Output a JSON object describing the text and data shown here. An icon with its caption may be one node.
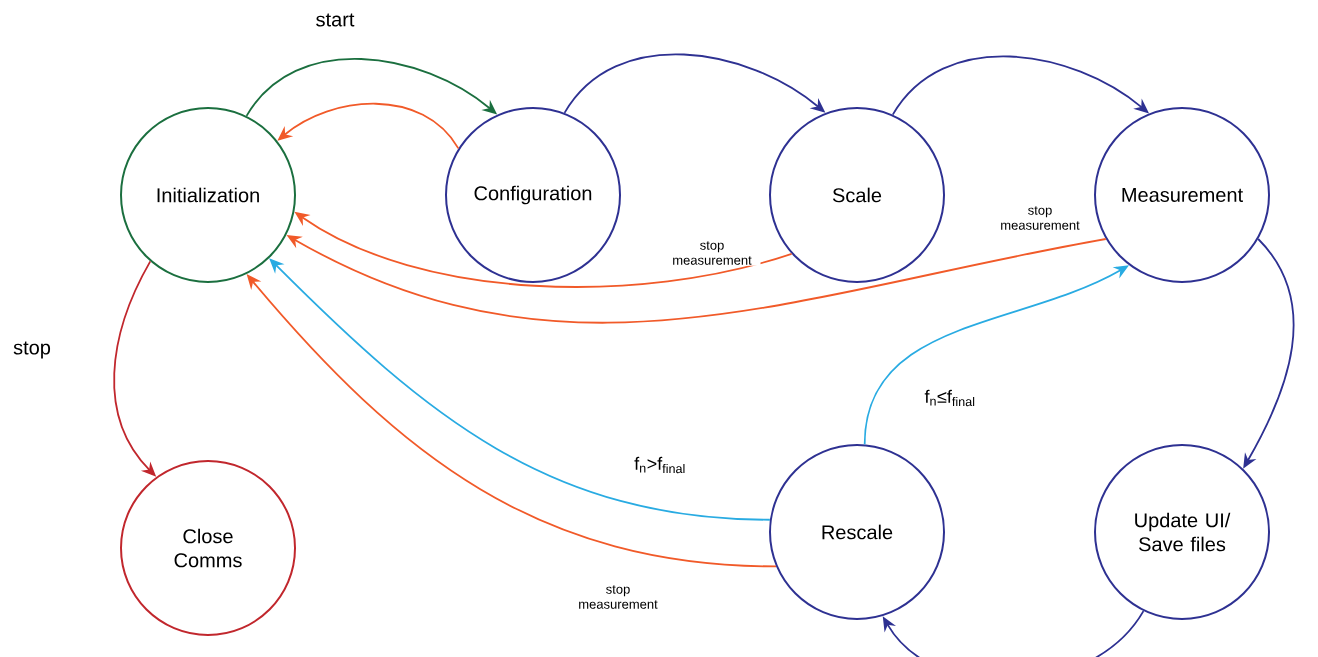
{
  "diagram": {
    "nodes": [
      {
        "text": [
          "Initialization"
        ]
      },
      {
        "text": [
          "Configuration"
        ]
      },
      {
        "text": [
          "Scale"
        ]
      },
      {
        "text": [
          "Measurement"
        ]
      },
      {
        "text": [
          "Close Comms"
        ]
      },
      {
        "text": [
          "Rescale"
        ]
      },
      {
        "text": [
          "Update UI/ Save files"
        ]
      }
    ],
    "edges": [
      {
        "from": 0,
        "to": 1,
        "arrow": "to",
        "label": "start",
        "color": "#1b6f3f"
      },
      {
        "from": 1,
        "to": 0,
        "arrow": "to",
        "color": "#f15a29"
      },
      {
        "from": 1,
        "to": 2,
        "arrow": "to",
        "color": "#2e3192"
      },
      {
        "from": 2,
        "to": 3,
        "arrow": "to",
        "color": "#2e3192"
      },
      {
        "from": 2,
        "to": 0,
        "arrow": "to",
        "label": "stop measurement",
        "color": "#f15a29"
      },
      {
        "from": 3,
        "to": 0,
        "arrow": "to",
        "label": "stop measurement",
        "color": "#f15a29"
      },
      {
        "from": 3,
        "to": 6,
        "arrow": "to",
        "color": "#2e3192"
      },
      {
        "from": 6,
        "to": 5,
        "arrow": "to",
        "color": "#2e3192"
      },
      {
        "from": 5,
        "to": 3,
        "arrow": "to",
        "label": "f$_{n}$≤f$_{final}$",
        "color": "#29abe2"
      },
      {
        "from": 5,
        "to": 0,
        "arrow": "to",
        "label": "f$_{n}$>f$_{final}$",
        "color": "#29abe2"
      },
      {
        "from": 5,
        "to": 0,
        "arrow": "to",
        "label": "stop measurement",
        "color": "#f15a29"
      },
      {
        "from": 0,
        "to": 4,
        "arrow": "to",
        "label": "stop",
        "color": "#c1272d"
      }
    ]
  }
}
